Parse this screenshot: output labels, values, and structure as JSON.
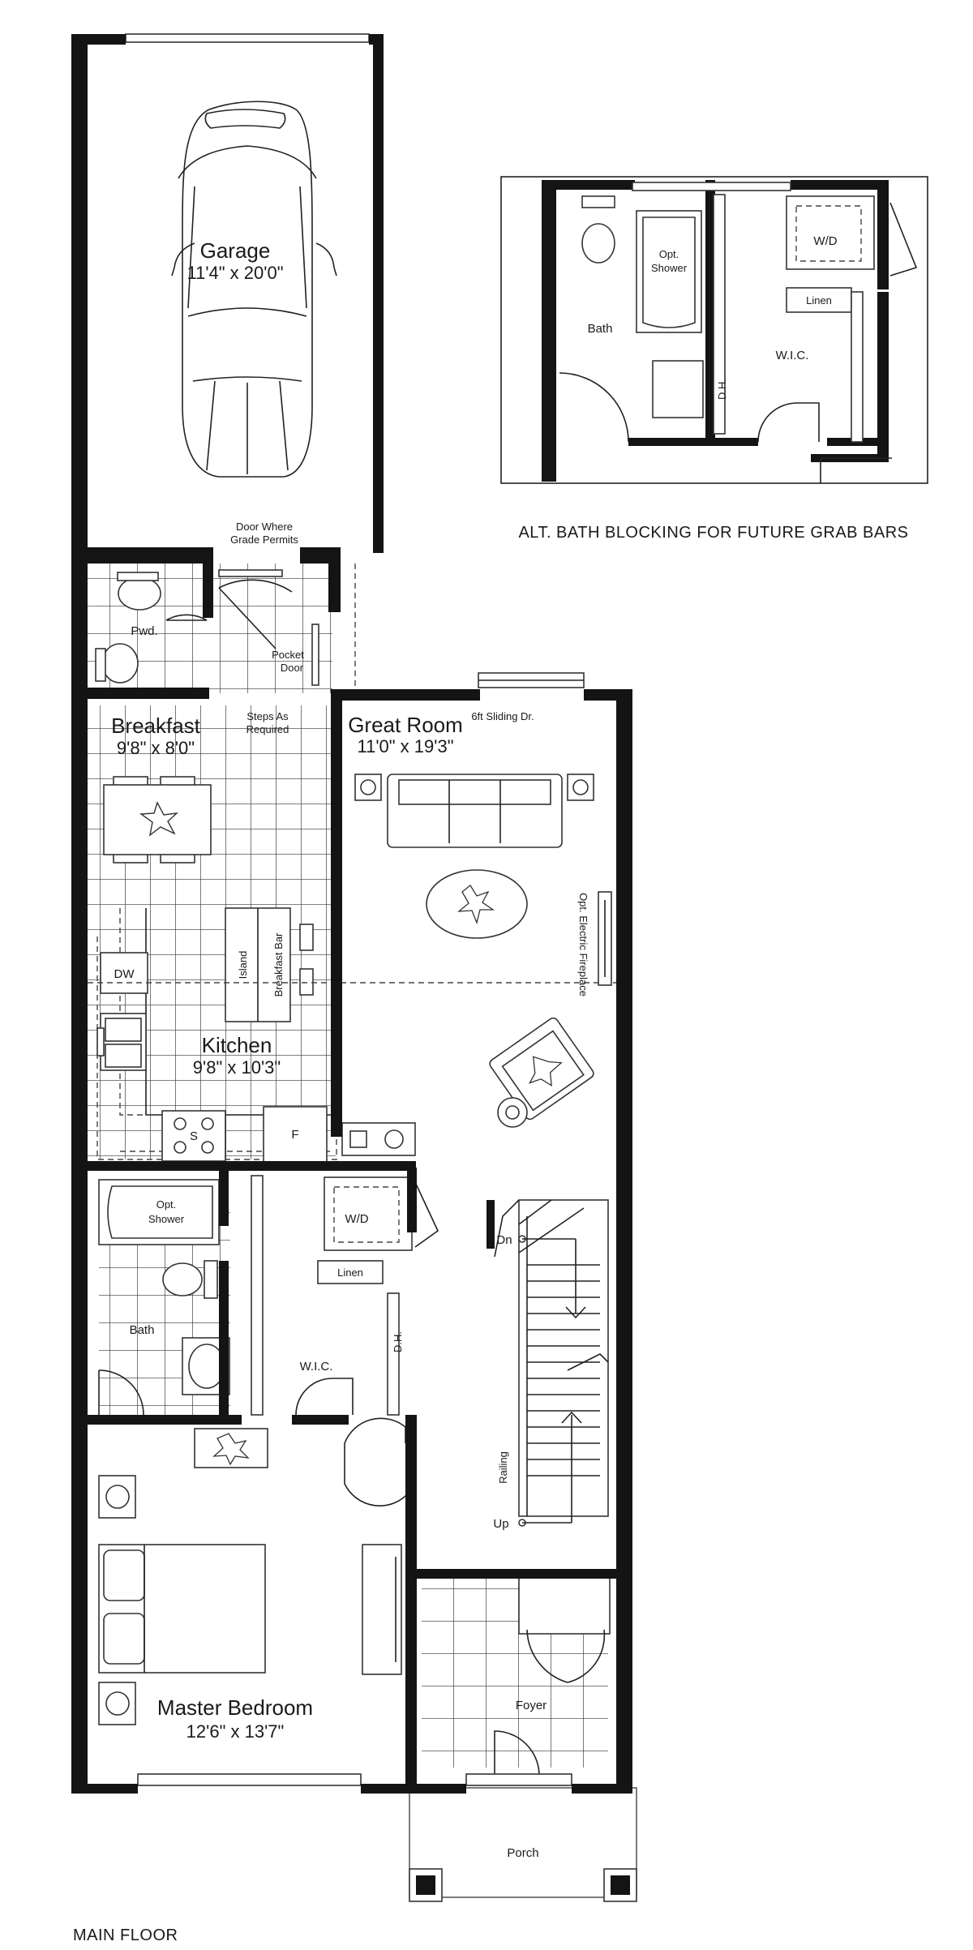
{
  "labels": {
    "garage_name": "Garage",
    "garage_dim": "11'4\" x 20'0\"",
    "door_grade_1": "Door Where",
    "door_grade_2": "Grade Permits",
    "pwd": "Pwd.",
    "pocket_1": "Pocket",
    "pocket_2": "Door",
    "breakfast_name": "Breakfast",
    "breakfast_dim": "9'8\" x 8'0\"",
    "steps_1": "Steps As",
    "steps_2": "Required",
    "great_room_name": "Great Room",
    "great_room_dim": "11'0\" x 19'3\"",
    "sliding_door": "6ft Sliding Dr.",
    "fireplace": "Opt. Electric Fireplace",
    "island": "Island",
    "breakfast_bar": "Breakfast Bar",
    "dw": "DW",
    "kitchen_name": "Kitchen",
    "kitchen_dim": "9'8\" x 10'3\"",
    "stove": "S",
    "fridge": "F",
    "opt_1": "Opt.",
    "shower_1": "Shower",
    "wd": "W/D",
    "dn": "Dn",
    "linen": "Linen",
    "bath": "Bath",
    "wic": "W.I.C.",
    "dh": "D.H.",
    "railing": "Railing",
    "up": "Up",
    "master_name": "Master Bedroom",
    "master_dim": "12'6\" x 13'7\"",
    "foyer": "Foyer",
    "porch": "Porch",
    "main_floor": "MAIN FLOOR",
    "alt_opt": "Opt.",
    "alt_shower": "Shower",
    "alt_wd": "W/D",
    "alt_linen": "Linen",
    "alt_bath": "Bath",
    "alt_wic": "W.I.C.",
    "alt_dh": "D.H.",
    "alt_caption": "ALT. BATH BLOCKING FOR FUTURE GRAB BARS"
  },
  "colors": {
    "wall": "#141414",
    "line": "#222222",
    "background": "#ffffff"
  }
}
